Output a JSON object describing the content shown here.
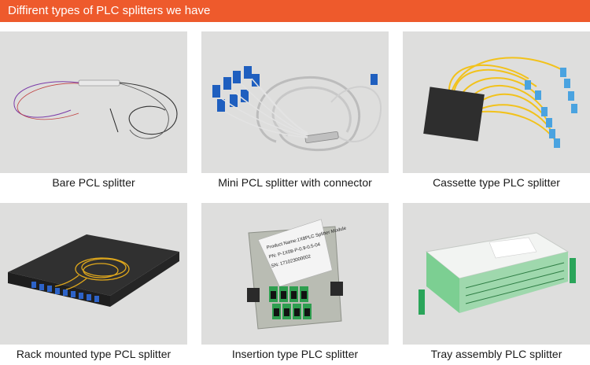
{
  "banner": {
    "title": "Diffirent types of PLC splitters we have"
  },
  "products": [
    {
      "caption": "Bare PCL splitter"
    },
    {
      "caption": "Mini PCL splitter with connector"
    },
    {
      "caption": "Cassette type PLC splitter"
    },
    {
      "caption": "Rack mounted type PCL splitter"
    },
    {
      "caption": "Insertion type PLC splitter"
    },
    {
      "caption": "Tray assembly PLC splitter"
    }
  ],
  "labels": {
    "insertion_plate": [
      "Product Name:1X8PLC Splitter Module",
      "PN: P-1X08-P-0.9-0.5-04",
      "SN: 171023000002"
    ]
  },
  "colors": {
    "banner": "#ee5a2c",
    "photo_bg": "#dededd",
    "connector_blue": "#1f5fbf",
    "connector_green": "#2e9e4f",
    "fiber_yellow": "#f2c21b"
  }
}
